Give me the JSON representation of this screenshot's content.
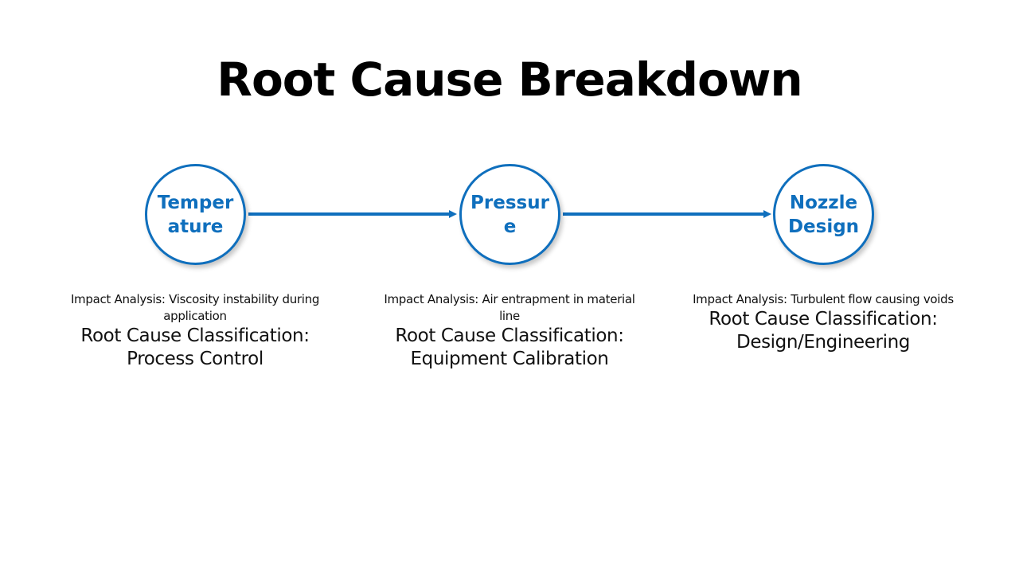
{
  "title": "Root Cause Breakdown",
  "colors": {
    "accent": "#0f6fbd",
    "text": "#000000",
    "background": "#ffffff"
  },
  "nodes": [
    {
      "label": "Temperature",
      "impact": "Impact Analysis: Viscosity instability during application",
      "classification": "Root Cause Classification: Process Control"
    },
    {
      "label": "Pressure",
      "impact": "Impact Analysis: Air entrapment in material line",
      "classification": "Root Cause Classification: Equipment Calibration"
    },
    {
      "label": "Nozzle Design",
      "impact": "Impact Analysis: Turbulent flow causing voids",
      "classification": "Root Cause Classification: Design/Engineering"
    }
  ]
}
